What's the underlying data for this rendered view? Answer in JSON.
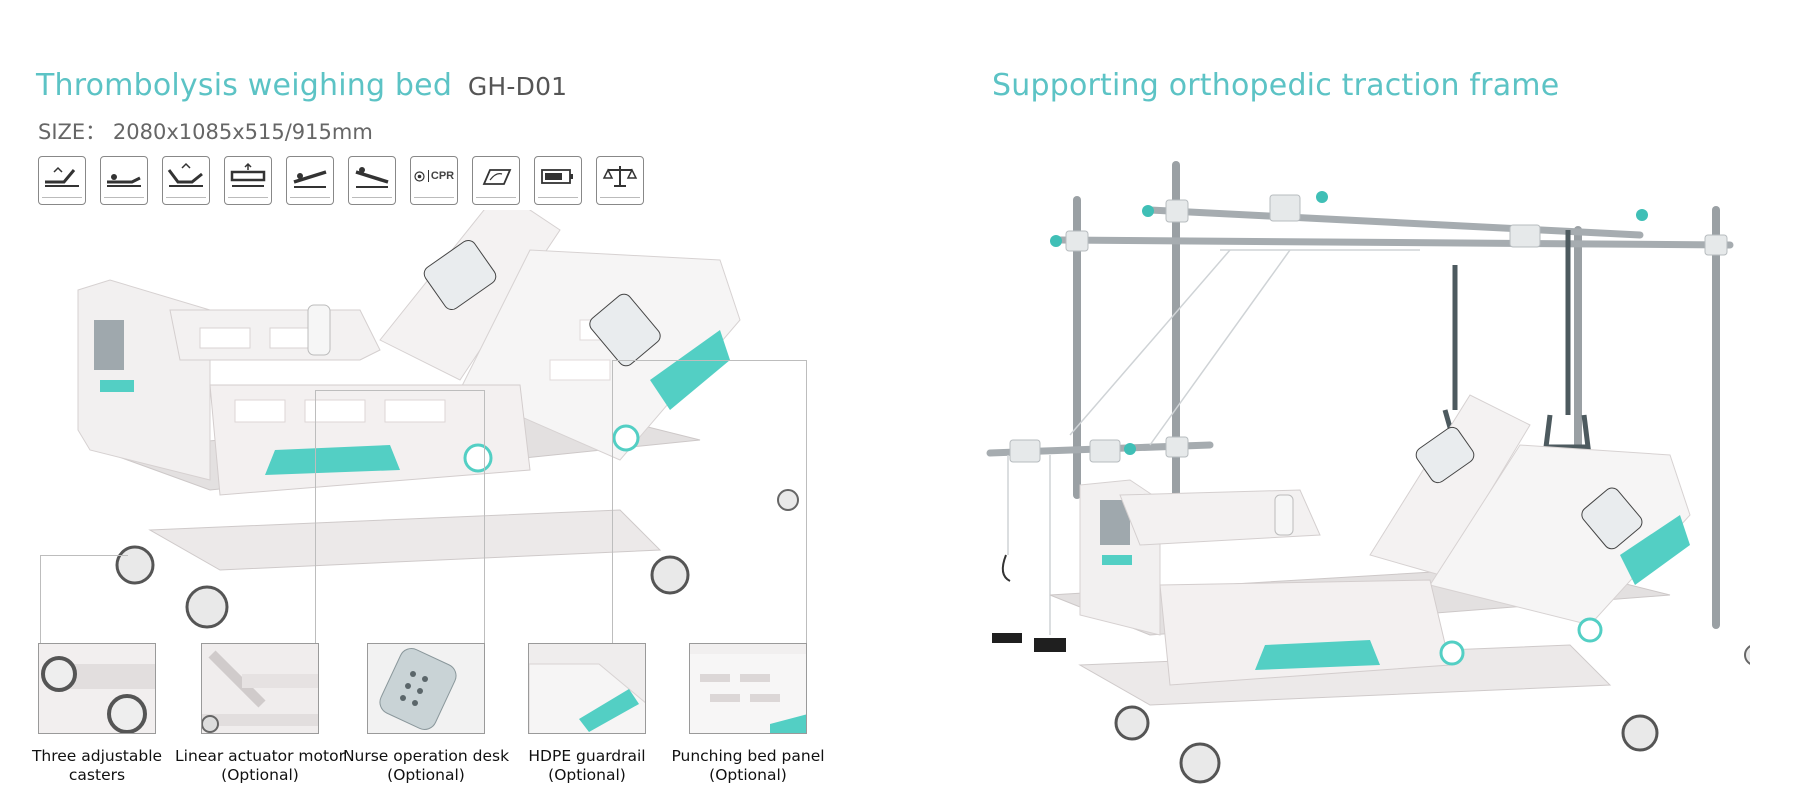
{
  "left": {
    "title": "Thrombolysis weighing bed",
    "model": "GH-D01",
    "size_label": "SIZE：",
    "size_value": "2080x1085x515/915mm",
    "function_icons": [
      {
        "icon": "back-lift-icon"
      },
      {
        "icon": "leg-lift-icon"
      },
      {
        "icon": "back-leg-lift-icon"
      },
      {
        "icon": "height-lift-icon"
      },
      {
        "icon": "trendelenburg-icon"
      },
      {
        "icon": "reverse-tilt-icon"
      },
      {
        "icon": "cpr-icon",
        "text": "CPR"
      },
      {
        "icon": "angle-display-icon"
      },
      {
        "icon": "battery-icon"
      },
      {
        "icon": "scale-icon"
      }
    ],
    "features": [
      {
        "line1": "Three adjustable",
        "line2": "casters"
      },
      {
        "line1": "Linear actuator motor",
        "line2": "(Optional)"
      },
      {
        "line1": "Nurse operation desk",
        "line2": "(Optional)"
      },
      {
        "line1": "HDPE guardrail",
        "line2": "(Optional)"
      },
      {
        "line1": "Punching bed panel",
        "line2": "(Optional)"
      }
    ]
  },
  "right": {
    "title": "Supporting orthopedic traction frame"
  },
  "colors": {
    "accent": "#5cc3c5",
    "teal_panel": "#53cfc4",
    "frame": "#e8e6e6"
  }
}
